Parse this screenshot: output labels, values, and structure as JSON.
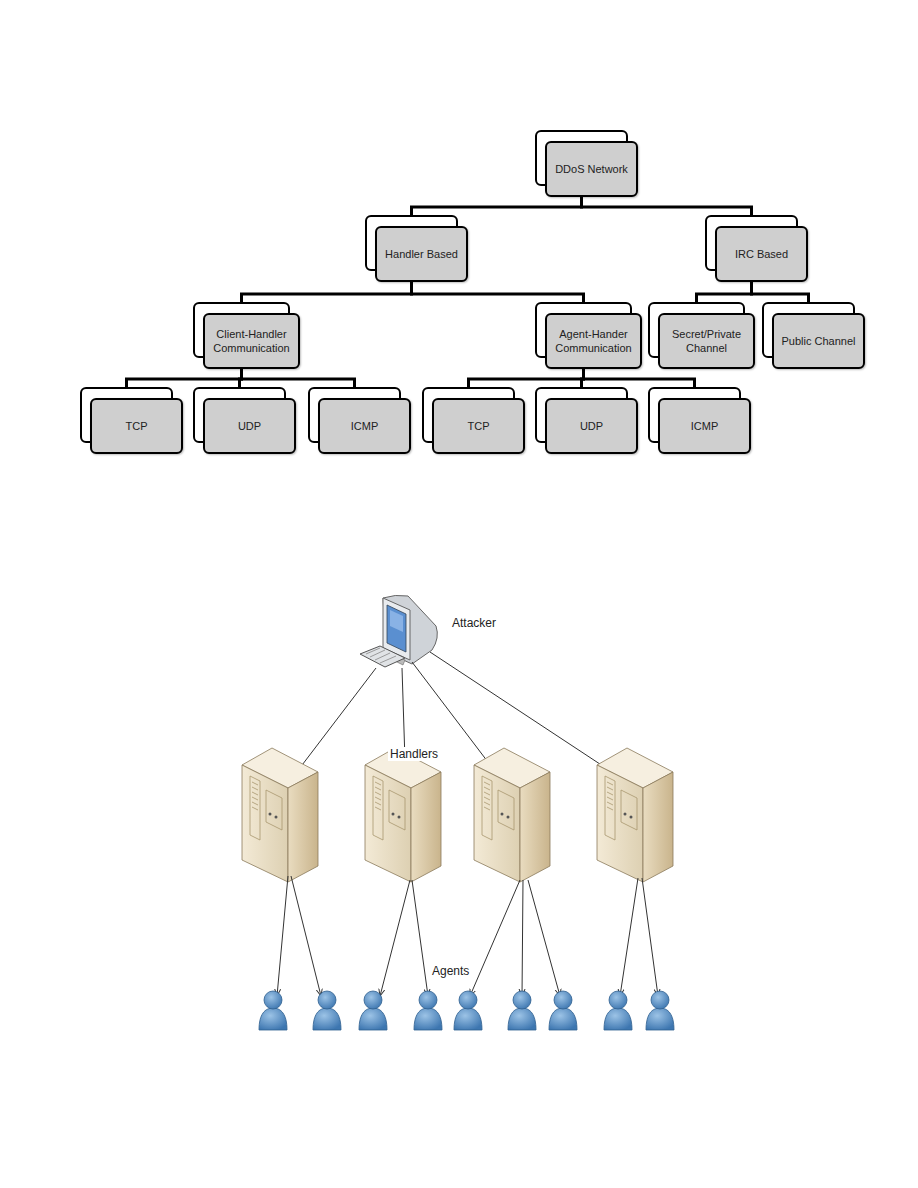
{
  "diagram": {
    "nodes": [
      {
        "text": [
          "DDoS Network"
        ]
      },
      {
        "text": [
          "Handler Based"
        ]
      },
      {
        "text": [
          "IRC Based"
        ]
      },
      {
        "text": [
          "Client-Handler Communication"
        ]
      },
      {
        "text": [
          "Agent-Hander Communication"
        ]
      },
      {
        "text": [
          "Secret/Private Channel"
        ]
      },
      {
        "text": [
          "Public Channel"
        ]
      },
      {
        "text": [
          "TCP"
        ]
      },
      {
        "text": [
          "UDP"
        ]
      },
      {
        "text": [
          "ICMP"
        ]
      },
      {
        "text": [
          "TCP"
        ]
      },
      {
        "text": [
          "UDP"
        ]
      },
      {
        "text": [
          "ICMP"
        ]
      }
    ],
    "edges": [
      {
        "from": 0,
        "to": 1,
        "arrow": "none"
      },
      {
        "from": 0,
        "to": 2,
        "arrow": "none"
      },
      {
        "from": 1,
        "to": 3,
        "arrow": "none"
      },
      {
        "from": 1,
        "to": 4,
        "arrow": "none"
      },
      {
        "from": 2,
        "to": 5,
        "arrow": "none"
      },
      {
        "from": 2,
        "to": 6,
        "arrow": "none"
      },
      {
        "from": 3,
        "to": 7,
        "arrow": "none"
      },
      {
        "from": 3,
        "to": 8,
        "arrow": "none"
      },
      {
        "from": 3,
        "to": 9,
        "arrow": "none"
      },
      {
        "from": 4,
        "to": 10,
        "arrow": "none"
      },
      {
        "from": 4,
        "to": 11,
        "arrow": "none"
      },
      {
        "from": 4,
        "to": 12,
        "arrow": "none"
      }
    ],
    "labels": [
      "Attacker",
      "Handlers",
      "Agents"
    ]
  }
}
